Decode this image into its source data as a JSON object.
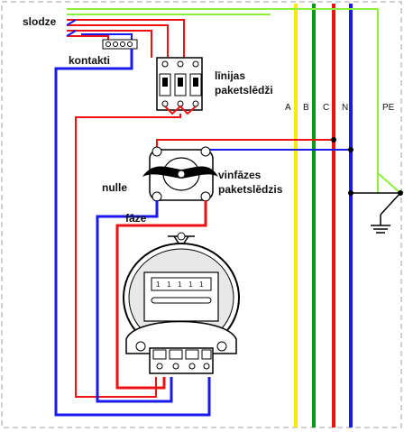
{
  "labels": {
    "load": "slodze",
    "contacts": "kontakti",
    "line_breakers_1": "līnijas",
    "line_breakers_2": "paketslēdži",
    "neutral": "nulle",
    "phase": "fāze",
    "input_switch_1": "vinfāzes",
    "input_switch_2": "paketslēdzis"
  },
  "buses": [
    {
      "label": "A",
      "color": "#ffeb00"
    },
    {
      "label": "B",
      "color": "#0a9a1a"
    },
    {
      "label": "C",
      "color": "#ee1111"
    },
    {
      "label": "N",
      "color": "#1a1aee"
    },
    {
      "label": "PE",
      "color": "#8cf03c"
    }
  ],
  "meter": {
    "digits": [
      "1",
      "1",
      "1",
      "1",
      "1"
    ]
  },
  "colors": {
    "phase_wire": "#ee1111",
    "neutral_wire": "#1a1aee",
    "earth_wire": "#8cf03c",
    "frame": "#999999",
    "switch_handle": "#000000"
  }
}
